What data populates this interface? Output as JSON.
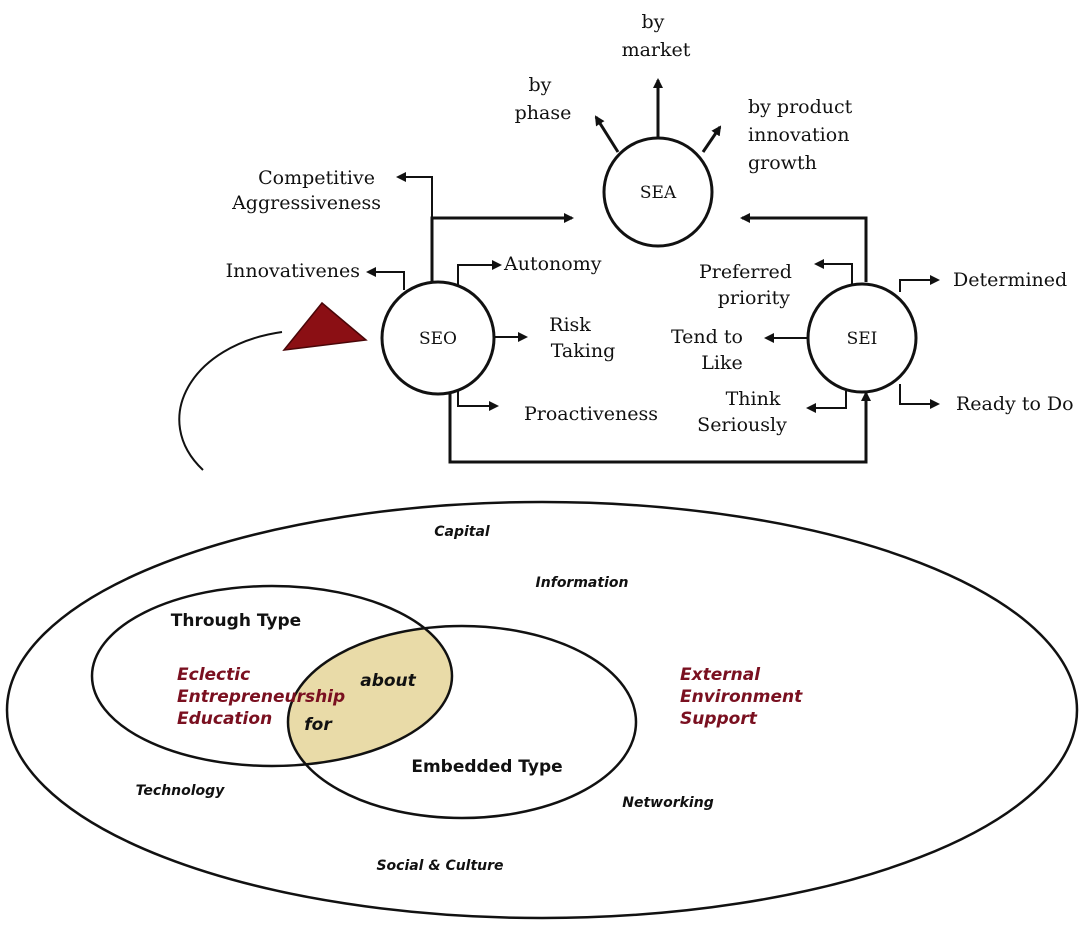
{
  "top": {
    "nodes": {
      "sea": "SEA",
      "seo": "SEO",
      "sei": "SEI"
    },
    "sea_labels": {
      "by_market": [
        "by",
        "market"
      ],
      "by_phase": [
        "by",
        "phase"
      ],
      "by_product": [
        "by product",
        "innovation",
        "growth"
      ]
    },
    "seo_labels": {
      "competitive": [
        "Competitive",
        "Aggressiveness"
      ],
      "innovativeness": "Innovativenes",
      "autonomy": "Autonomy",
      "risk": [
        "Risk",
        "Taking"
      ],
      "proactiveness": "Proactiveness"
    },
    "sei_labels": {
      "preferred": [
        "Preferred",
        "priority"
      ],
      "tend": [
        "Tend to",
        "Like"
      ],
      "think": [
        "Think",
        "Seriously"
      ],
      "determined": "Determined",
      "ready": "Ready to Do"
    }
  },
  "venn": {
    "through_type": "Through Type",
    "embedded_type": "Embedded Type",
    "about": "about",
    "for": "for",
    "eclectic": [
      "Eclectic",
      "Entrepreneurship",
      "Education"
    ],
    "external": [
      "External",
      "Environment",
      "Support"
    ],
    "outer_labels": {
      "capital": "Capital",
      "information": "Information",
      "technology": "Technology",
      "networking": "Networking",
      "social": "Social & Culture"
    }
  },
  "colors": {
    "overlap_fill": "#e9dba8",
    "accent_red": "#7a1020",
    "triangle": "#8b0f14"
  }
}
